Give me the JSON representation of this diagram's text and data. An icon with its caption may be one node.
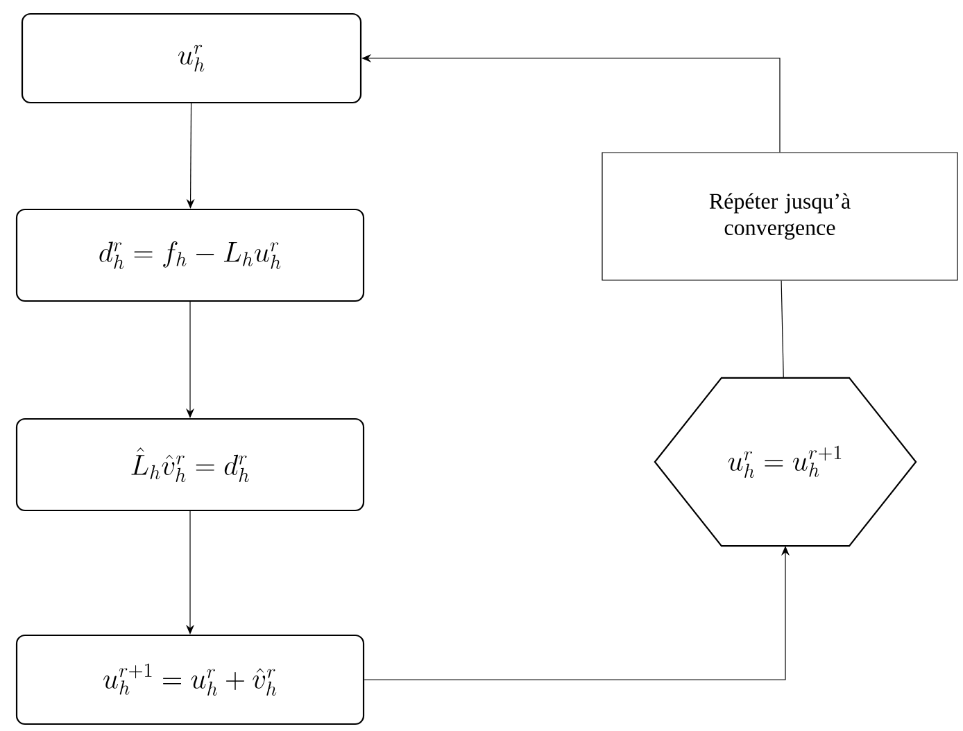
{
  "diagram": {
    "nodes": [
      {
        "text": [
          "u_{h}^{r}"
        ]
      },
      {
        "text": [
          "d_{h}^{r} = f_{h} - L_{h} u_{h}^{r}"
        ]
      },
      {
        "text": [
          "\\hat{L}_{h} \\hat{v}_{h}^{r} = d_{h}^{r}"
        ]
      },
      {
        "text": [
          "u_{h}^{r+1} = u_{h}^{r} + \\hat{v}_{h}^{r}"
        ]
      },
      {
        "text": [
          "u_{h}^{r} = u_{h}^{r+1}"
        ]
      },
      {
        "text": [
          "Répéter jusqu’à convergence"
        ]
      }
    ],
    "edges": [
      {
        "from": 0,
        "to": 1,
        "arrow": "to"
      },
      {
        "from": 1,
        "to": 2,
        "arrow": "to"
      },
      {
        "from": 2,
        "to": 3,
        "arrow": "to"
      },
      {
        "from": 3,
        "to": 4,
        "arrow": "to"
      },
      {
        "from": 4,
        "to": 5,
        "arrow": "none"
      },
      {
        "from": 5,
        "to": 0,
        "arrow": "to"
      }
    ]
  }
}
